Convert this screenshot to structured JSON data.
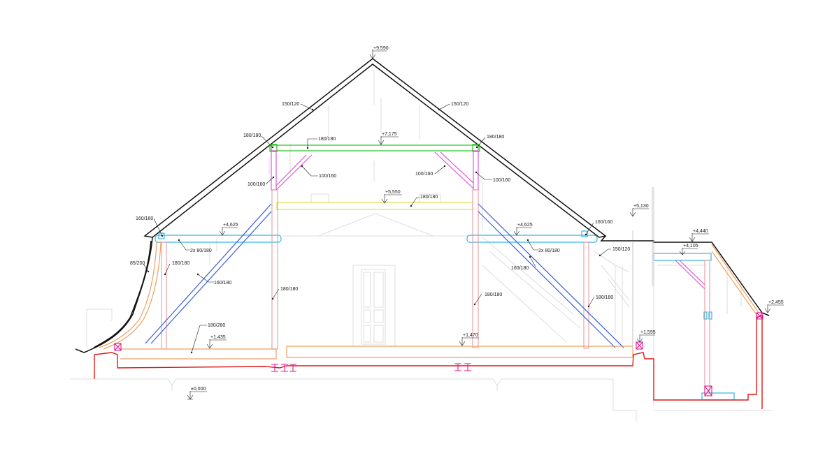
{
  "levels": {
    "ridge": "+9,590",
    "collar_top": "+7,175",
    "collar_mid": "+5,550",
    "purlin_left": "+4,625",
    "purlin_right": "+4,625",
    "right_a": "+5,130",
    "right_b": "+4,440",
    "right_c": "+4,105",
    "right_d": "+2,455",
    "floor_left": "+1,435",
    "floor_mid": "+1,470",
    "floor_right": "+1,595",
    "ground": "±0,000"
  },
  "labels": {
    "rafter_left": "150/120",
    "rafter_right": "150/120",
    "post_top_left": "180/180",
    "beam_top": "180/180",
    "post_top_right": "180/180",
    "strut_left_upper": "100/160",
    "strut_left_lower": "100/160",
    "strut_right_upper": "100/160",
    "strut_right_lower": "100/160",
    "collar_yellow": "180/180",
    "purlin_left": "160/160",
    "purlin_right": "160/160",
    "pair_left": "2x 80/180",
    "pair_right": "2x 80/180",
    "rafter_right_lower": "150/120",
    "arch": "85/200",
    "post_left_outer": "180/180",
    "brace_left": "160/180",
    "brace_right": "160/180",
    "post_left_inner": "180/180",
    "post_right_inner": "180/180",
    "post_right_outer": "180/180",
    "floor_beam": "180/280"
  }
}
